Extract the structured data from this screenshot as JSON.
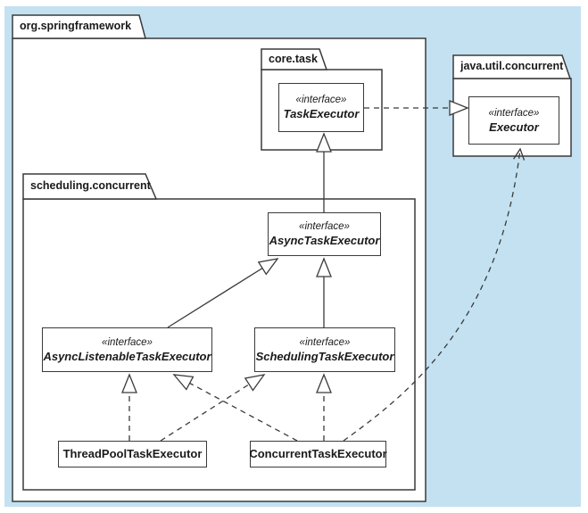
{
  "diagram": {
    "type": "uml-class-diagram",
    "colors": {
      "background": "#c3e1f1",
      "shape_fill": "#ffffff",
      "line": "#3a3a3a",
      "text": "#1a1a1a"
    },
    "packages": {
      "org": {
        "label": "org.springframework"
      },
      "coreTask": {
        "label": "core.task"
      },
      "javaUtil": {
        "label": "java.util.concurrent"
      },
      "sched": {
        "label": "scheduling.concurrent"
      }
    },
    "classes": {
      "taskExecutor": {
        "stereotype": "«interface»",
        "name": "TaskExecutor"
      },
      "executor": {
        "stereotype": "«interface»",
        "name": "Executor"
      },
      "asyncTaskExecutor": {
        "stereotype": "«interface»",
        "name": "AsyncTaskExecutor"
      },
      "asyncListenable": {
        "stereotype": "«interface»",
        "name": "AsyncListenableTaskExecutor"
      },
      "schedulingTaskExecutor": {
        "stereotype": "«interface»",
        "name": "SchedulingTaskExecutor"
      },
      "threadPoolTaskExecutor": {
        "name": "ThreadPoolTaskExecutor"
      },
      "concurrentTaskExecutor": {
        "name": "ConcurrentTaskExecutor"
      }
    },
    "relations": [
      {
        "from": "TaskExecutor",
        "to": "Executor",
        "style": "dashed",
        "arrow": "hollow-triangle"
      },
      {
        "from": "AsyncTaskExecutor",
        "to": "TaskExecutor",
        "style": "solid",
        "arrow": "hollow-triangle"
      },
      {
        "from": "AsyncListenableTaskExecutor",
        "to": "AsyncTaskExecutor",
        "style": "solid",
        "arrow": "hollow-triangle"
      },
      {
        "from": "SchedulingTaskExecutor",
        "to": "AsyncTaskExecutor",
        "style": "solid",
        "arrow": "hollow-triangle"
      },
      {
        "from": "ThreadPoolTaskExecutor",
        "to": "AsyncListenableTaskExecutor",
        "style": "dashed",
        "arrow": "hollow-triangle"
      },
      {
        "from": "ThreadPoolTaskExecutor",
        "to": "SchedulingTaskExecutor",
        "style": "dashed",
        "arrow": "hollow-triangle"
      },
      {
        "from": "ConcurrentTaskExecutor",
        "to": "AsyncListenableTaskExecutor",
        "style": "dashed",
        "arrow": "hollow-triangle"
      },
      {
        "from": "ConcurrentTaskExecutor",
        "to": "SchedulingTaskExecutor",
        "style": "dashed",
        "arrow": "hollow-triangle"
      },
      {
        "from": "ConcurrentTaskExecutor",
        "to": "Executor",
        "style": "dashed-curved",
        "arrow": "open"
      }
    ]
  }
}
